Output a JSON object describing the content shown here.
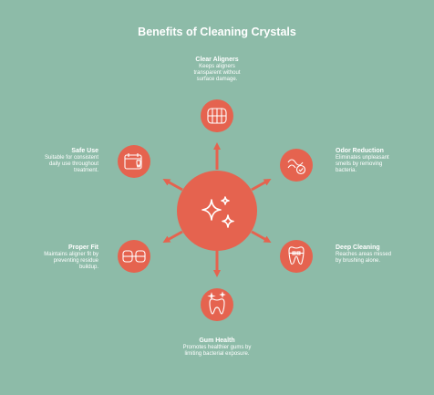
{
  "title": "Benefits of Cleaning Crystals",
  "colors": {
    "background": "#8dbba8",
    "accent": "#e5634f",
    "text": "#ffffff"
  },
  "benefits": [
    {
      "heading": "Clear Aligners",
      "desc": "Keeps aligners transparent without surface damage.",
      "icon": "aligner-teeth-icon"
    },
    {
      "heading": "Odor Reduction",
      "desc": "Eliminates unpleasant smells by removing bacteria.",
      "icon": "odor-check-icon"
    },
    {
      "heading": "Deep Cleaning",
      "desc": "Reaches areas missed by brushing alone.",
      "icon": "braces-tooth-icon"
    },
    {
      "heading": "Gum Health",
      "desc": "Promotes healthier gums by limiting bacterial exposure.",
      "icon": "tooth-sparkle-icon"
    },
    {
      "heading": "Proper Fit",
      "desc": "Maintains aligner fit by preventing residue buildup.",
      "icon": "aligner-fit-icon"
    },
    {
      "heading": "Safe Use",
      "desc": "Suitable for consistent daily use throughout treatment.",
      "icon": "calendar-tooth-icon"
    }
  ],
  "center_icon": "sparkles-icon"
}
